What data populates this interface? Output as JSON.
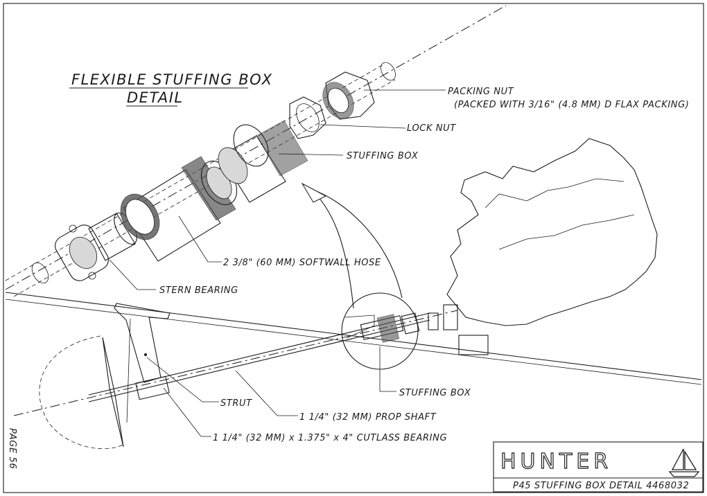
{
  "title": {
    "line1": "FLEXIBLE STUFFING BOX",
    "line2": "DETAIL"
  },
  "callouts": {
    "packing_nut": "PACKING NUT",
    "packing_nut_note": "(PACKED WITH 3/16\" (4.8 MM) D FLAX PACKING)",
    "lock_nut": "LOCK NUT",
    "stuffing_box_upper": "STUFFING BOX",
    "softwall_hose": "2 3/8\" (60 MM) SOFTWALL HOSE",
    "stern_bearing": "STERN BEARING",
    "stuffing_box_lower": "STUFFING BOX",
    "strut": "STRUT",
    "prop_shaft": "1 1/4\" (32 MM) PROP SHAFT",
    "cutlass_bearing": "1 1/4\" (32 MM) x 1.375\" x 4\"  CUTLASS BEARING"
  },
  "page_label": "PAGE 56",
  "title_block": {
    "brand": "HUNTER",
    "drawing_title": "P45 STUFFING BOX DETAIL 4468032"
  },
  "icons": [
    "sailboat-logo-icon"
  ]
}
